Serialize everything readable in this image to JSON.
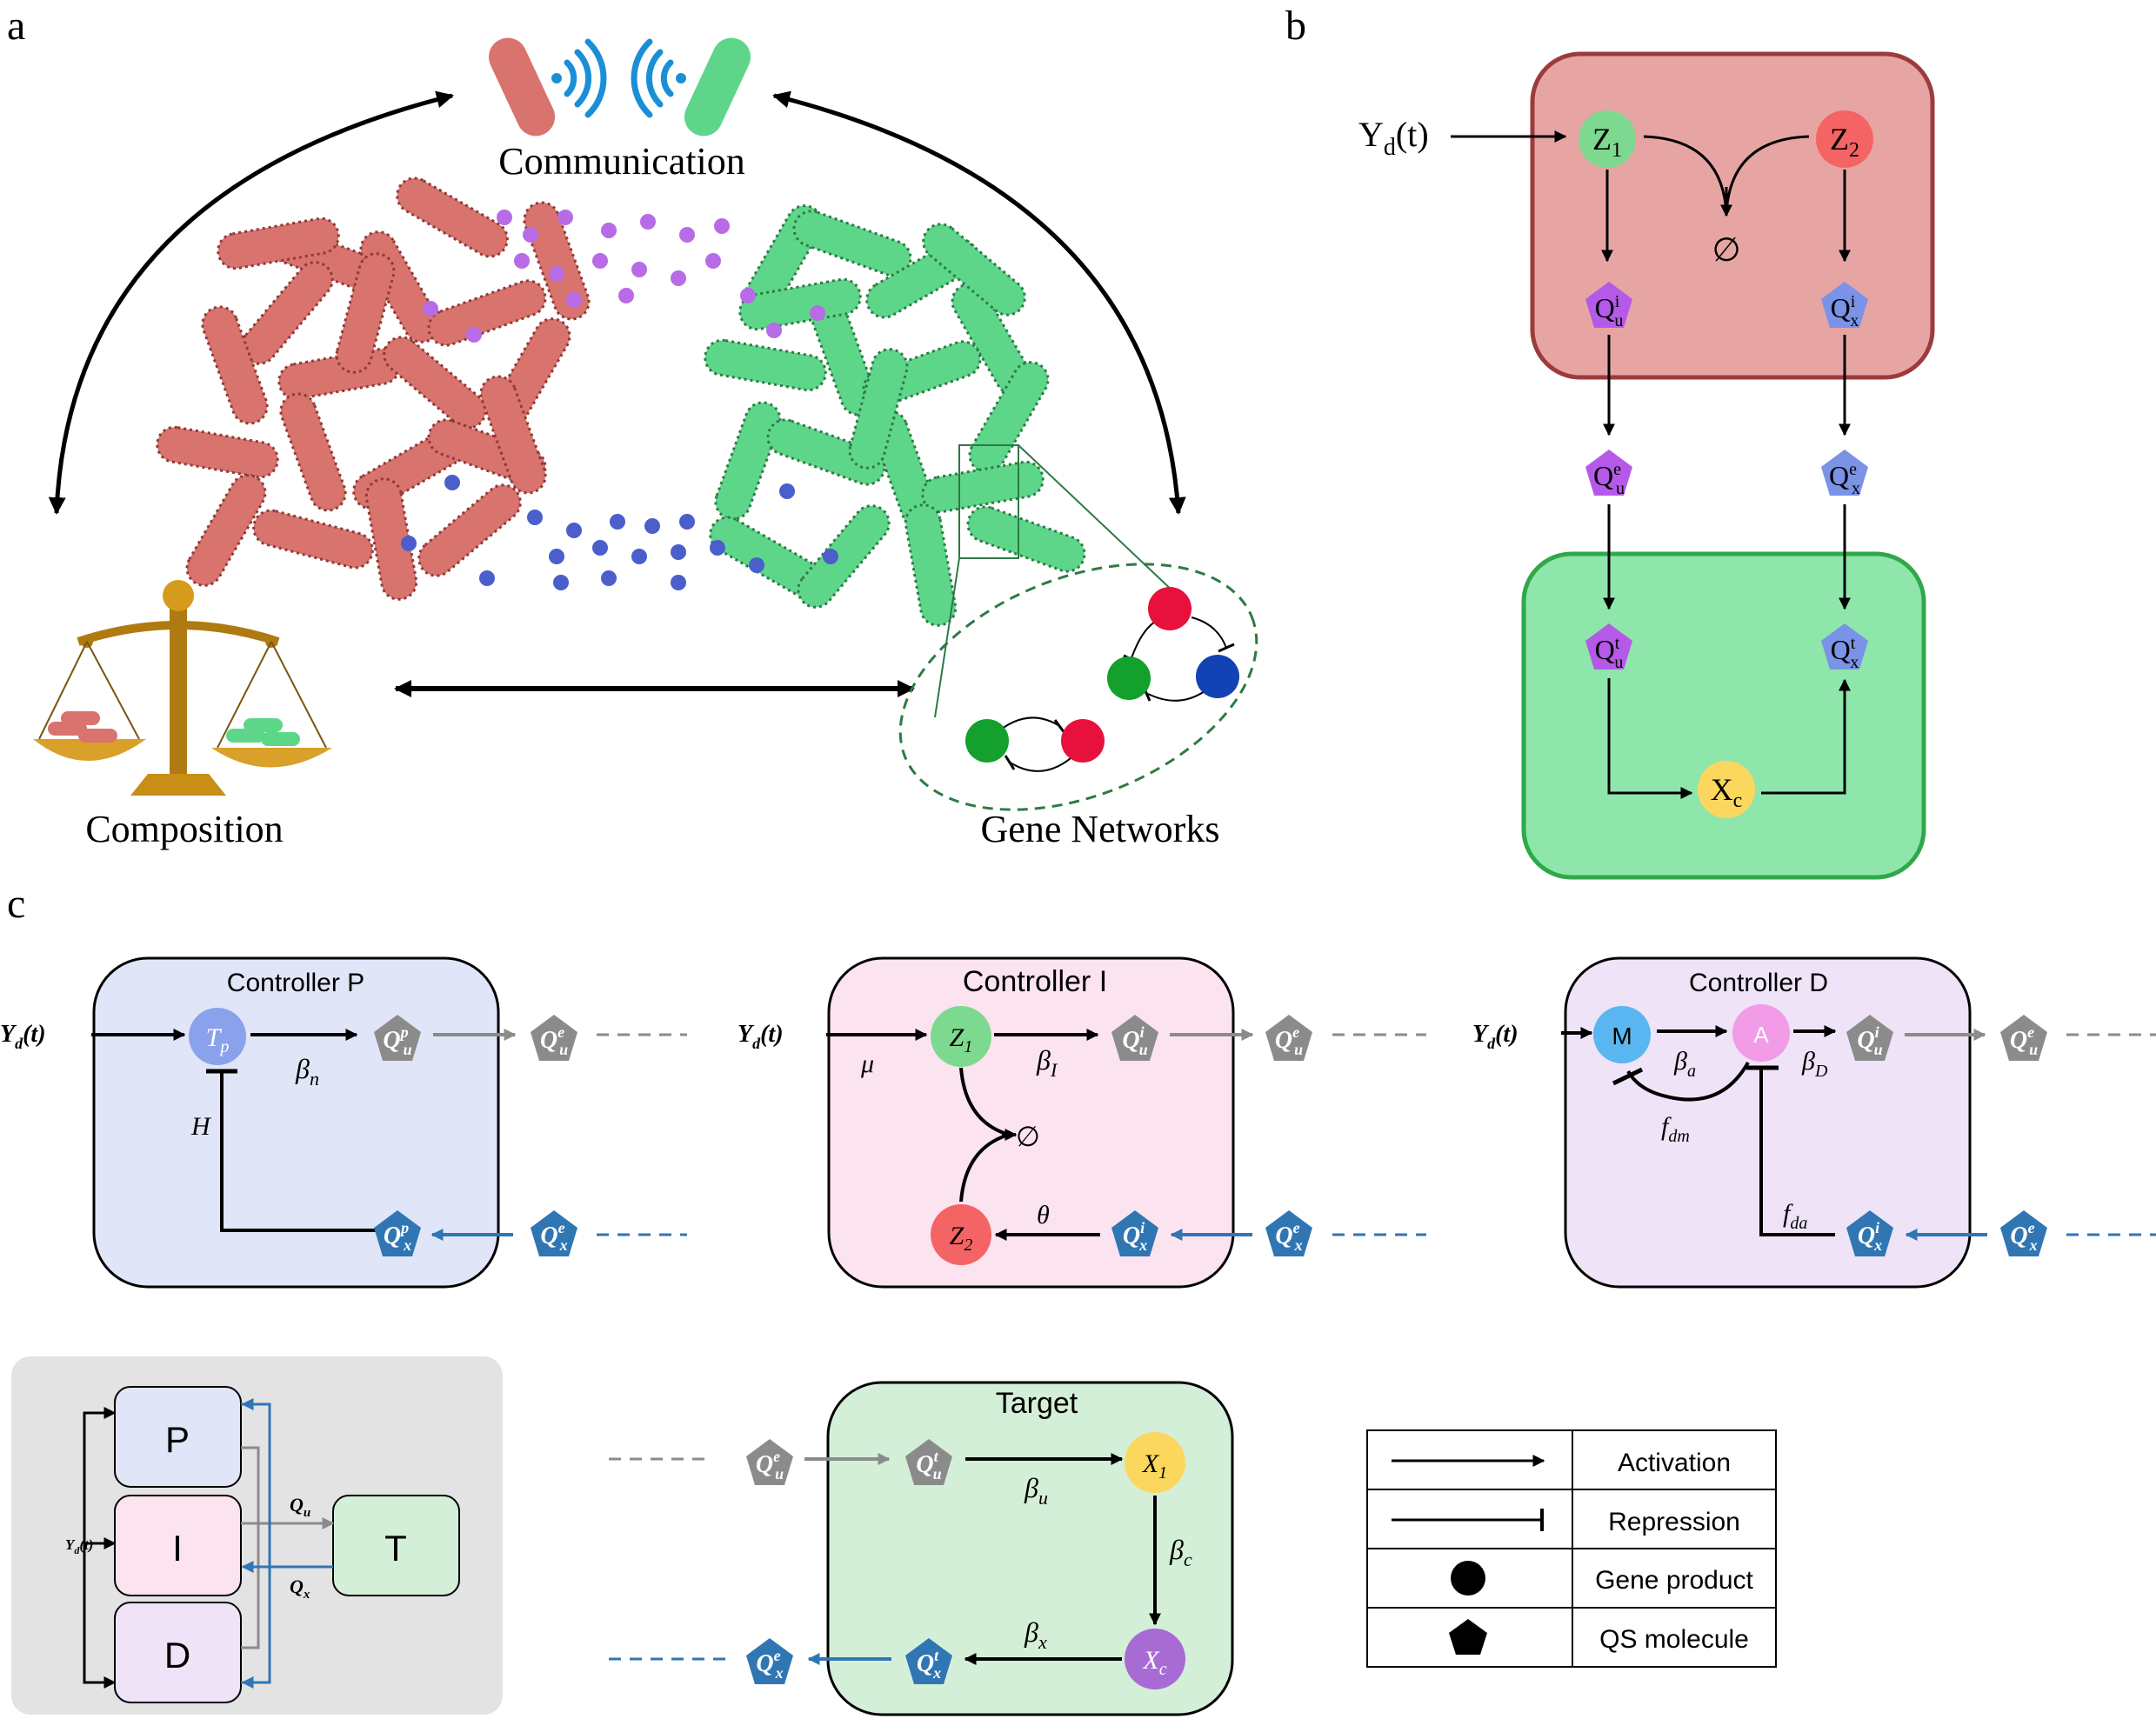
{
  "panel_labels": {
    "a": "a",
    "b": "b",
    "c": "c"
  },
  "panel_a": {
    "communication": "Communication",
    "composition": "Composition",
    "gene_networks": "Gene Networks"
  },
  "panel_b": {
    "input": "Y",
    "input_sub": "d",
    "input_tail": "(t)",
    "z1": "Z",
    "z1_sub": "1",
    "z2": "Z",
    "z2_sub": "2",
    "empty_set": "∅",
    "q_base": "Q",
    "qui_sup": "i",
    "qui_sub": "u",
    "qxi_sup": "i",
    "qxi_sub": "x",
    "que_sup": "e",
    "que_sub": "u",
    "qxe_sup": "e",
    "qxe_sub": "x",
    "qut_sup": "t",
    "qut_sub": "u",
    "qxt_sup": "t",
    "qxt_sub": "x",
    "xc": "X",
    "xc_sub": "c"
  },
  "panel_c": {
    "input_Y": "Y",
    "input_sub": "d",
    "input_tail": "(t)",
    "Q": "Q",
    "controller_p": {
      "title": "Controller P",
      "tp": "T",
      "tp_sub": "p",
      "beta_n": "β",
      "beta_n_sub": "n",
      "H": "H",
      "qup_sup": "p",
      "qup_sub": "u",
      "que_sup": "e",
      "que_sub": "u",
      "qxp_sup": "p",
      "qxp_sub": "x",
      "qxe_sup": "e",
      "qxe_sub": "x"
    },
    "controller_i": {
      "title": "Controller I",
      "z1": "Z",
      "z1_sub": "1",
      "z2": "Z",
      "z2_sub": "2",
      "mu": "μ",
      "beta_I": "β",
      "beta_I_sub": "I",
      "theta": "θ",
      "empty": "∅",
      "qui_sup": "i",
      "qui_sub": "u",
      "que_sup": "e",
      "que_sub": "u",
      "qxi_sup": "i",
      "qxi_sub": "x",
      "qxe_sup": "e",
      "qxe_sub": "x"
    },
    "controller_d": {
      "title": "Controller D",
      "m": "M",
      "a": "A",
      "beta_a": "β",
      "beta_a_sub": "a",
      "beta_D": "β",
      "beta_D_sub": "D",
      "f_dm": "f",
      "f_dm_sub": "dm",
      "f_da": "f",
      "f_da_sub": "da",
      "qui_sup": "i",
      "qui_sub": "u",
      "que_sup": "e",
      "que_sub": "u",
      "qxi_sup": "i",
      "qxi_sub": "x",
      "qxe_sup": "e",
      "qxe_sub": "x"
    },
    "target": {
      "title": "Target",
      "x1": "X",
      "x1_sub": "1",
      "xc": "X",
      "xc_sub": "c",
      "beta_u": "β",
      "beta_u_sub": "u",
      "beta_c": "β",
      "beta_c_sub": "c",
      "beta_x": "β",
      "beta_x_sub": "x",
      "que_sup": "e",
      "que_sub": "u",
      "qut_sup": "t",
      "qut_sub": "u",
      "qxt_sup": "t",
      "qxt_sub": "x",
      "qxe_sup": "e",
      "qxe_sub": "x"
    },
    "overview": {
      "p": "P",
      "i": "I",
      "d": "D",
      "t": "T",
      "qu": "Q",
      "qu_sub": "u",
      "qx": "Q",
      "qx_sub": "x",
      "y": "Y",
      "y_sub": "d",
      "y_tail": "(t)"
    },
    "legend": {
      "activation": "Activation",
      "repression": "Repression",
      "gene_product": "Gene product",
      "qs_molecule": "QS molecule"
    }
  },
  "colors": {
    "red_cell": "#d9736e",
    "green_cell": "#5ed68a",
    "purple_dot": "#b86be6",
    "blue_dot": "#4a5fcc",
    "panel_b_top": "#e6a5a3",
    "panel_b_bottom": "#8fe6aa",
    "box_p": "#e1e5f8",
    "box_i": "#fce3f0",
    "box_d": "#eee3f7",
    "box_t": "#d4efd8",
    "overview_bg": "#e3e3e3",
    "pent_gray": "#8b8b8b",
    "pent_blue": "#3076b3",
    "arrow_gray": "#8b8b8b",
    "arrow_blue": "#3076b3"
  }
}
